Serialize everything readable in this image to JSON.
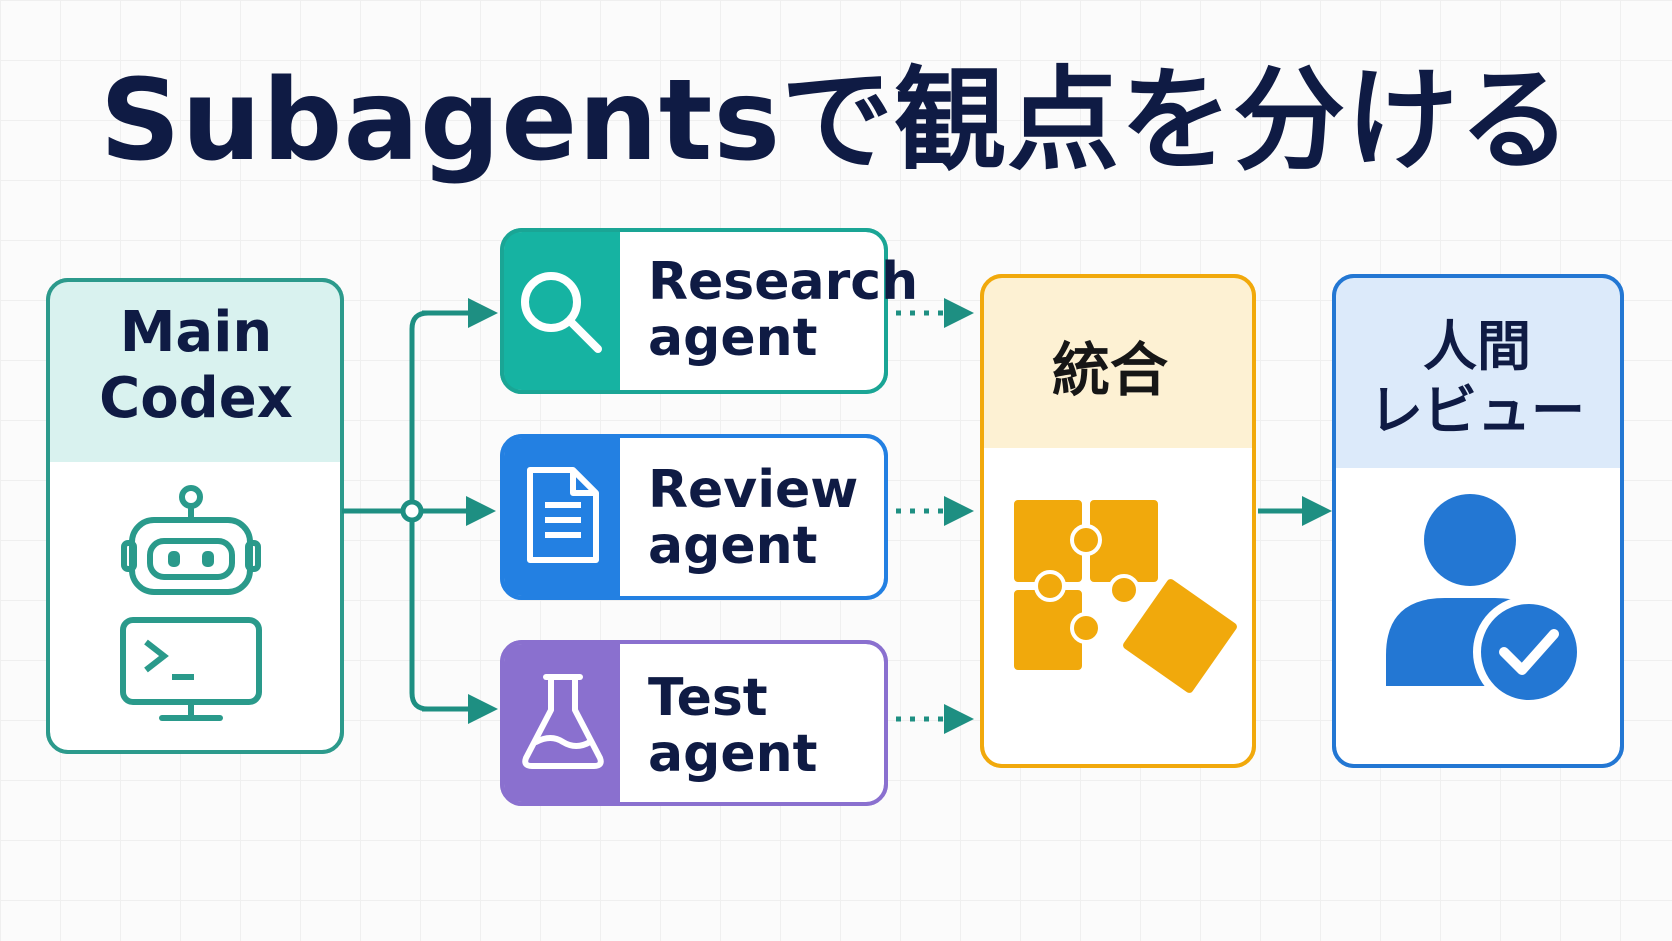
{
  "title": "Subagentsで観点を分ける",
  "main": {
    "line1": "Main",
    "line2": "Codex",
    "icons": [
      "robot-icon",
      "terminal-icon"
    ]
  },
  "agents": [
    {
      "line1": "Research",
      "line2": "agent",
      "icon": "search-icon",
      "color": "#16b3a2"
    },
    {
      "line1": "Review",
      "line2": "agent",
      "icon": "document-icon",
      "color": "#2380e2"
    },
    {
      "line1": "Test",
      "line2": "agent",
      "icon": "flask-icon",
      "color": "#8a70cf"
    }
  ],
  "merge": {
    "label": "統合",
    "icon": "puzzle-icon",
    "color": "#f1a90c"
  },
  "human": {
    "line1": "人間",
    "line2": "レビュー",
    "icon": "user-check-icon",
    "color": "#2377d3"
  },
  "colors": {
    "connector": "#1e8f82",
    "main_border": "#2c9a8c",
    "title": "#0f1b44"
  }
}
